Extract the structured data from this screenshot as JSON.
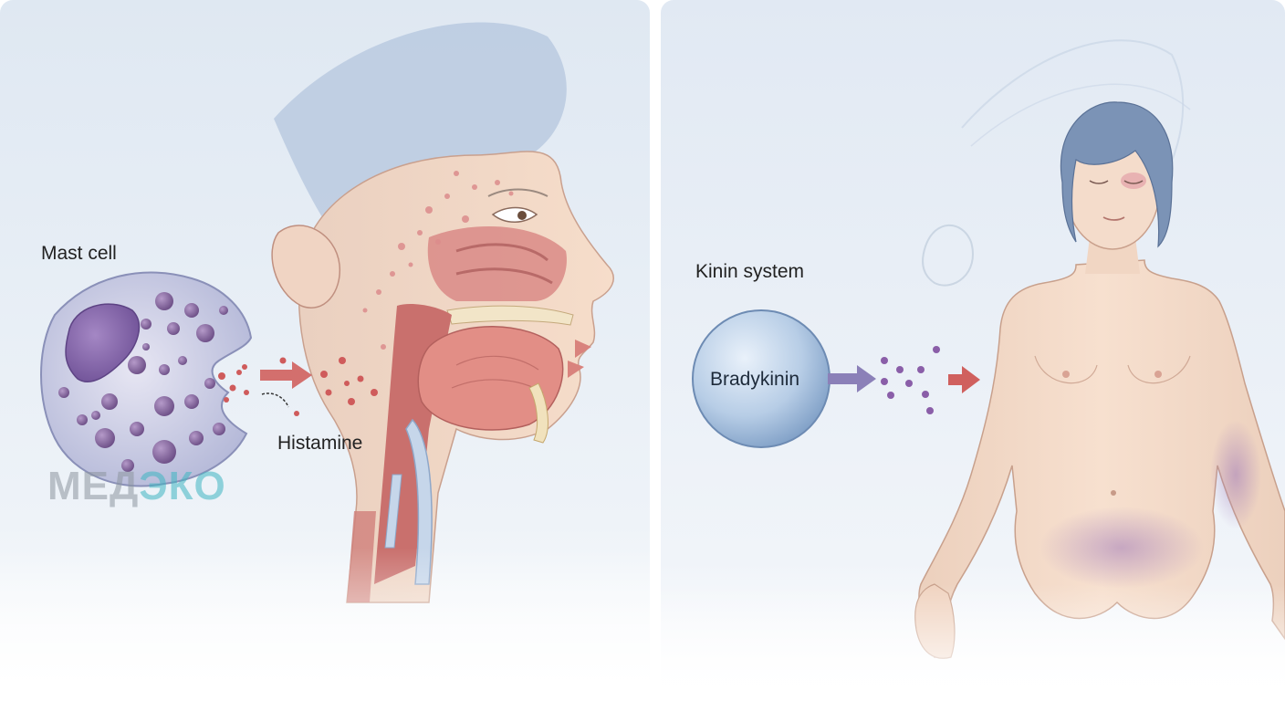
{
  "left_panel": {
    "mast_cell_label": "Mast cell",
    "histamine_label": "Histamine"
  },
  "right_panel": {
    "kinin_system_label": "Kinin system",
    "bradykinin_label": "Bradykinin"
  },
  "watermark": {
    "text_part1": "МЕД",
    "text_part2": "ЭКО"
  },
  "colors": {
    "panel_bg": "#dfe9f3",
    "skin": "#f4d9c4",
    "mucosa": "#d98a86",
    "granule": "#8a67a3",
    "histamine_dot": "#cf5b5b",
    "arrow_red": "#d0605e",
    "arrow_purple": "#8b80b8",
    "bradykinin_sphere": "#a9c4e2",
    "hair": "#7b93b6",
    "watermark_grey": "#8d96a0",
    "watermark_teal": "#3fb6c2"
  }
}
